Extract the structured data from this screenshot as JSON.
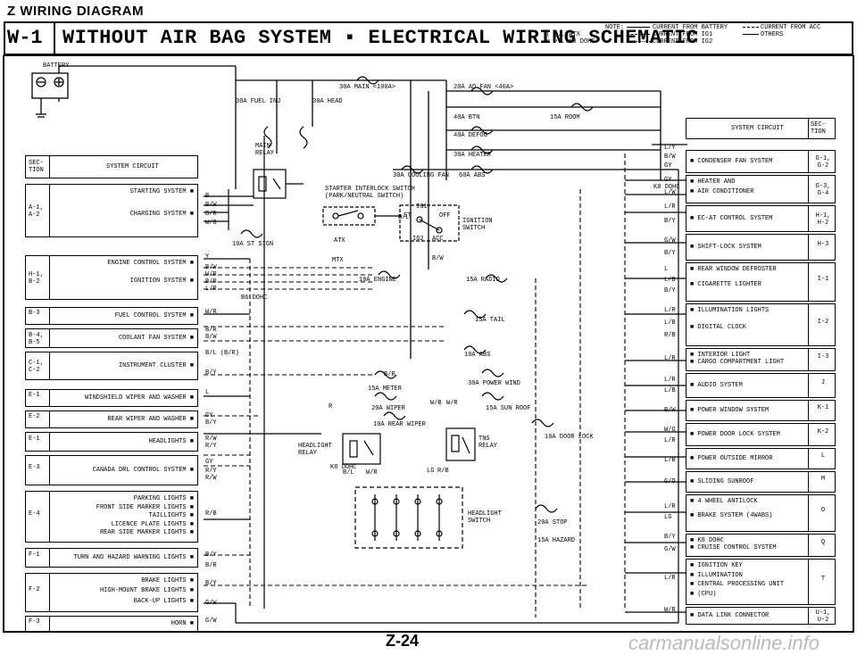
{
  "header": {
    "section": "Z WIRING DIAGRAM",
    "id": "W-1",
    "title": "WITHOUT AIR BAG SYSTEM ▪ ELECTRICAL WIRING SCHEMATIC",
    "note_label": "NOTE:",
    "note_lines": [
      "( )...ATX",
      "< >...K8 DOHC",
      "CURRENT FROM BATTERY",
      "CURRENT FROM IG1",
      "CURRENT FROM IG2",
      "CURRENT FROM ACC",
      "OTHERS"
    ]
  },
  "battery": "BATTERY",
  "left_table": {
    "col1": "SEC-TION",
    "col2": "SYSTEM CIRCUIT",
    "rows": [
      {
        "sec": "A-1,\nA-2",
        "items": [
          "STARTING SYSTEM",
          "CHARGING SYSTEM"
        ]
      },
      {
        "sec": "H-1,\nB-2",
        "items": [
          "ENGINE CONTROL SYSTEM",
          "IGNITION SYSTEM"
        ]
      },
      {
        "sec": "B-3",
        "items": [
          "FUEL CONTROL SYSTEM"
        ]
      },
      {
        "sec": "B-4,\nB-5",
        "items": [
          "COOLANT FAN SYSTEM"
        ]
      },
      {
        "sec": "C-1,\nC-2",
        "items": [
          "INSTRUMENT CLUSTER"
        ]
      },
      {
        "sec": "E-1",
        "items": [
          "WINDSHIELD WIPER AND WASHER"
        ]
      },
      {
        "sec": "E-2",
        "items": [
          "REAR WIPER AND WASHER"
        ]
      },
      {
        "sec": "E-1",
        "items": [
          "HEADLIGHTS"
        ]
      },
      {
        "sec": "E-3",
        "items": [
          "CANADA DRL CONTROL SYSTEM"
        ]
      },
      {
        "sec": "E-4",
        "items": [
          "PARKING LIGHTS",
          "FRONT SIDE MARKER LIGHTS",
          "TAILLIGHTS",
          "LICENCE PLATE LIGHTS",
          "REAR SIDE MARKER LIGHTS"
        ]
      },
      {
        "sec": "F-1",
        "items": [
          "TURN AND HAZARD WARNING LIGHTS"
        ]
      },
      {
        "sec": "F-2",
        "items": [
          "BRAKE LIGHTS",
          "HIGH-MOUNT BRAKE LIGHTS",
          "BACK-UP LIGHTS"
        ]
      },
      {
        "sec": "F-3",
        "items": [
          "HORN"
        ]
      }
    ]
  },
  "right_table": {
    "col1": "SYSTEM CIRCUIT",
    "col2": "SEC-TION",
    "rows": [
      {
        "items": [
          "CONDENSER FAN SYSTEM"
        ],
        "sec": "G-1,\nG-2"
      },
      {
        "items": [
          "HEATER AND",
          "AIR CONDITIONER"
        ],
        "sec": "G-3,\nG-4"
      },
      {
        "items": [
          "EC-AT CONTROL SYSTEM"
        ],
        "sec": "H-1,\nH-2"
      },
      {
        "items": [
          "SHIFT-LOCK SYSTEM"
        ],
        "sec": "H-3"
      },
      {
        "items": [
          "REAR WINDOW DEFROSTER",
          "CIGARETTE LIGHTER"
        ],
        "sec": "I-1"
      },
      {
        "items": [
          "ILLUMINATION LIGHTS",
          "DIGITAL CLOCK"
        ],
        "sec": "I-2"
      },
      {
        "items": [
          "INTERIOR LIGHT",
          "CARGO COMPARTMENT LIGHT"
        ],
        "sec": "I-3"
      },
      {
        "items": [
          "AUDIO SYSTEM"
        ],
        "sec": "J"
      },
      {
        "items": [
          "POWER WINDOW SYSTEM"
        ],
        "sec": "K-1"
      },
      {
        "items": [
          "POWER DOOR LOCK SYSTEM"
        ],
        "sec": "K-2"
      },
      {
        "items": [
          "POWER OUTSIDE MIRROR"
        ],
        "sec": "L"
      },
      {
        "items": [
          "SLIDING SUNROOF"
        ],
        "sec": "M"
      },
      {
        "items": [
          "4 WHEEL ANTILOCK",
          "BRAKE SYSTEM (4WABS)"
        ],
        "sec": "O"
      },
      {
        "items": [
          "K8 DOHC",
          "CRUISE CONTROL SYSTEM"
        ],
        "sec": "Q"
      },
      {
        "items": [
          "IGNITION KEY",
          "ILLUMINATION",
          "CENTRAL PROCESSING UNIT",
          "(CPU)"
        ],
        "sec": "T"
      },
      {
        "items": [
          "DATA LINK CONNECTOR"
        ],
        "sec": "U-1,\nU-2"
      }
    ]
  },
  "fuses": [
    "30A MAIN <100A>",
    "30A FUEL INJ",
    "30A HEAD",
    "20A AD FAN <40A>",
    "40A BTN",
    "15A ROOM",
    "40A DEFOG",
    "30A HEATER",
    "30A COOLING FAN",
    "60A ABS",
    "10A ST SIGN",
    "10A ENGINE",
    "15A RADIO",
    "15A TAIL",
    "10A ABS",
    "30A POWER WIND",
    "15A METER",
    "20A WIPER",
    "15A SUN ROOF",
    "10A REAR WIPER",
    "10A DOOR LOCK",
    "20A STOP",
    "15A HAZARD"
  ],
  "components": {
    "main_relay": "MAIN RELAY",
    "starter_interlock": "STARTER INTERLOCK SWITCH (PARK/NEUTRAL SWITCH)",
    "ignition_switch": "IGNITION SWITCH",
    "headlight_relay": "HEADLIGHT RELAY",
    "tns_relay": "TNS RELAY",
    "headlight_switch": "HEADLIGHT SWITCH",
    "k8_dohc": "K8 DOHC",
    "b6_dohc": "B6 DOHC",
    "atx": "ATX",
    "mtx": "MTX"
  },
  "wire_labels": {
    "left": [
      "B",
      "B/W",
      "B/R",
      "W/G",
      "Y",
      "B/W",
      "W/R",
      "B/R",
      "L/R",
      "W/R",
      "B/R",
      "B/W",
      "B/L (B/R)",
      "B/Y",
      "L",
      "GY",
      "B/Y",
      "R/W",
      "R/Y",
      "GY",
      "R/Y",
      "R/W",
      "R/B",
      "B/Y",
      "B/R",
      "B/Y",
      "G/W",
      "G/W"
    ],
    "right": [
      "L/Y",
      "B/W",
      "GY",
      "GY",
      "L/W",
      "L/R",
      "B/Y",
      "G/W",
      "B/Y",
      "L",
      "L/B",
      "B/Y",
      "L/R",
      "L/B",
      "R/B",
      "L/R",
      "L/R",
      "L/B",
      "B/W",
      "W/G",
      "L/R",
      "L/B",
      "G/O",
      "L/R",
      "LG",
      "B/Y",
      "G/W",
      "L/R",
      "W/R"
    ],
    "center": [
      "B/L",
      "B/W",
      "B/R",
      "W/R",
      "R",
      "B/L",
      "W/R",
      "LG",
      "R/B",
      "W/B",
      "IG1",
      "ST",
      "IG2",
      "ACC",
      "OFF"
    ]
  },
  "footer": {
    "page": "Z-24",
    "watermark": "carmanualsonline.info"
  }
}
